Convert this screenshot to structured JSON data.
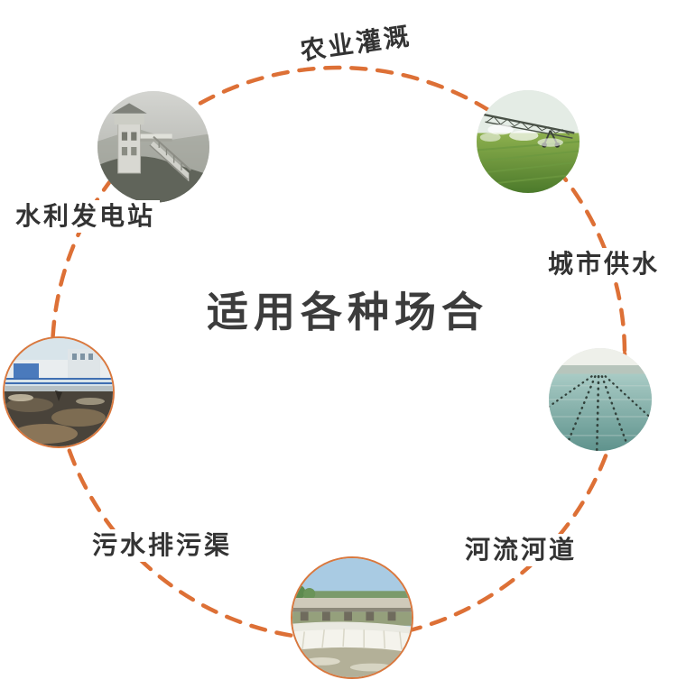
{
  "page": {
    "background_color": "#ffffff",
    "accent_color": "#dd7036",
    "label_color": "#333333",
    "title_color": "#3c3c3c"
  },
  "center": {
    "title": "适用各种场合"
  },
  "ring": {
    "shape": "dashed-circle",
    "color": "#dd7036"
  },
  "scenes": [
    {
      "id": "agricultural-irrigation",
      "label": "农业灌溉",
      "photo": "irrigation-field-photo"
    },
    {
      "id": "hydropower-station",
      "label": "水利发电站",
      "photo": "hydropower-station-photo"
    },
    {
      "id": "city-water-supply",
      "label": "城市供水",
      "photo": "water-treatment-pools-photo"
    },
    {
      "id": "river-channel",
      "label": "河流河道",
      "photo": "river-weir-photo"
    },
    {
      "id": "sewage-drain-channel",
      "label": "污水排污渠",
      "photo": "sewage-channel-photo"
    }
  ]
}
